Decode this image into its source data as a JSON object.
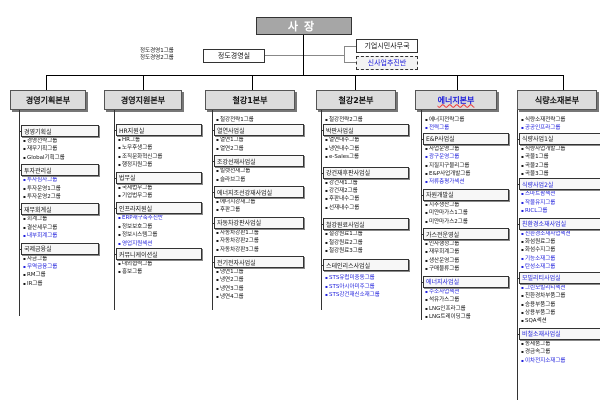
{
  "ceo": "사장",
  "staff_left": {
    "office": "정도경영실",
    "groups": [
      "정도경영1그룹",
      "정도경영2그룹"
    ]
  },
  "staff_right": [
    {
      "label": "기업시민사무국",
      "style": "solid"
    },
    {
      "label": "신사업추진반",
      "style": "dashed",
      "color": "#1a1adb"
    }
  ],
  "divisions": [
    {
      "name": "경영기획본부",
      "items": [
        {
          "type": "office",
          "label": "경영기획실"
        },
        {
          "type": "group",
          "label": "경영전략그룹"
        },
        {
          "type": "group",
          "label": "재무기획그룹"
        },
        {
          "type": "group",
          "label": "Global기획그룹"
        },
        {
          "type": "office",
          "label": "투자관리실"
        },
        {
          "type": "group",
          "label": "투자심사그룹",
          "highlight": true
        },
        {
          "type": "group",
          "label": "투자운영1그룹"
        },
        {
          "type": "group",
          "label": "투자운영2그룹"
        },
        {
          "type": "office",
          "label": "재무회계실"
        },
        {
          "type": "group",
          "label": "회계그룹"
        },
        {
          "type": "group",
          "label": "결산세무그룹"
        },
        {
          "type": "group",
          "label": "내부회계그룹",
          "highlight": true
        },
        {
          "type": "office",
          "label": "국제금융실"
        },
        {
          "type": "group",
          "label": "자금그룹"
        },
        {
          "type": "group",
          "label": "무역금융그룹",
          "highlight": true
        },
        {
          "type": "group",
          "label": "RM그룹"
        },
        {
          "type": "group",
          "label": "IR그룹"
        }
      ]
    },
    {
      "name": "경영지원본부",
      "items": [
        {
          "type": "office",
          "label": "HR지원실"
        },
        {
          "type": "group",
          "label": "HR그룹"
        },
        {
          "type": "group",
          "label": "노무후생그룹"
        },
        {
          "type": "group",
          "label": "조직문화혁신그룹"
        },
        {
          "type": "group",
          "label": "행정지원그룹"
        },
        {
          "type": "office",
          "label": "법무실"
        },
        {
          "type": "group",
          "label": "국제법무그룹"
        },
        {
          "type": "group",
          "label": "기업법무그룹"
        },
        {
          "type": "office",
          "label": "인프라지원실"
        },
        {
          "type": "group",
          "label": "ERP재구축추진반",
          "highlight": true
        },
        {
          "type": "group",
          "label": "정보보호그룹"
        },
        {
          "type": "group",
          "label": "정보시스템그룹"
        },
        {
          "type": "group",
          "label": "영업지원섹션",
          "highlight": true
        },
        {
          "type": "office",
          "label": "커뮤니케이션실"
        },
        {
          "type": "group",
          "label": "대외협력그룹"
        },
        {
          "type": "group",
          "label": "홍보그룹"
        }
      ]
    },
    {
      "name": "철강1본부",
      "items": [
        {
          "type": "group",
          "label": "철강전략1그룹"
        },
        {
          "type": "office",
          "label": "열연사업실"
        },
        {
          "type": "group",
          "label": "열연1그룹"
        },
        {
          "type": "group",
          "label": "열연2그룹"
        },
        {
          "type": "office",
          "label": "조강선재사업실"
        },
        {
          "type": "group",
          "label": "빌렛선재그룹"
        },
        {
          "type": "group",
          "label": "슬라브그룹"
        },
        {
          "type": "office",
          "label": "에너지조선강재사업실"
        },
        {
          "type": "group",
          "label": "에너지강재그룹"
        },
        {
          "type": "group",
          "label": "후판그룹"
        },
        {
          "type": "office",
          "label": "자동차강판사업실"
        },
        {
          "type": "group",
          "label": "자동차강판1그룹"
        },
        {
          "type": "group",
          "label": "자동차강판2그룹"
        },
        {
          "type": "group",
          "label": "자동차강판3그룹"
        },
        {
          "type": "office",
          "label": "전기전자사업실"
        },
        {
          "type": "group",
          "label": "냉연1그룹"
        },
        {
          "type": "group",
          "label": "냉연2그룹"
        },
        {
          "type": "group",
          "label": "냉연3그룹"
        },
        {
          "type": "group",
          "label": "냉연4그룹"
        }
      ]
    },
    {
      "name": "철강2본부",
      "items": [
        {
          "type": "group",
          "label": "철강전략2그룹"
        },
        {
          "type": "office",
          "label": "박판사업실"
        },
        {
          "type": "group",
          "label": "열연내수그룹"
        },
        {
          "type": "group",
          "label": "냉연내수그룹"
        },
        {
          "type": "group",
          "label": "e-Sales그룹"
        },
        {
          "type": "office",
          "label": "강건재후판사업실"
        },
        {
          "type": "group",
          "label": "강건재1그룹"
        },
        {
          "type": "group",
          "label": "강건재2그룹"
        },
        {
          "type": "group",
          "label": "후판내수그룹"
        },
        {
          "type": "group",
          "label": "선재내수그룹"
        },
        {
          "type": "office",
          "label": "철강원료사업실"
        },
        {
          "type": "group",
          "label": "철강원료1그룹"
        },
        {
          "type": "group",
          "label": "철강원료2그룹"
        },
        {
          "type": "group",
          "label": "철강원료3그룹"
        },
        {
          "type": "office",
          "label": "스테인리스사업실"
        },
        {
          "type": "group",
          "label": "STS유럽미중동그룹",
          "highlight": true
        },
        {
          "type": "group",
          "label": "STS아시아미주그룹",
          "highlight": true
        },
        {
          "type": "group",
          "label": "STS강건재신소재그룹",
          "highlight": true
        }
      ]
    },
    {
      "name": "에너지본부",
      "highlight": true,
      "items": [
        {
          "type": "group",
          "label": "에너지전략그룹"
        },
        {
          "type": "group",
          "label": "전력그룹",
          "highlight": true
        },
        {
          "type": "office",
          "label": "E&P사업실"
        },
        {
          "type": "group",
          "label": "사업운영그룹"
        },
        {
          "type": "group",
          "label": "광구운영그룹",
          "highlight": true
        },
        {
          "type": "group",
          "label": "지질지구물리그룹"
        },
        {
          "type": "group",
          "label": "E&P사업개발그룹"
        },
        {
          "type": "group",
          "label": "저류층평가섹션",
          "highlight": true
        },
        {
          "type": "office",
          "label": "자원개발실"
        },
        {
          "type": "group",
          "label": "시추생산그룹"
        },
        {
          "type": "group",
          "label": "미얀마가스1그룹"
        },
        {
          "type": "group",
          "label": "미얀마가스2그룹"
        },
        {
          "type": "office",
          "label": "가스전운영실"
        },
        {
          "type": "group",
          "label": "인사행정그룹"
        },
        {
          "type": "group",
          "label": "재무회계그룹"
        },
        {
          "type": "group",
          "label": "생산운영그룹"
        },
        {
          "type": "group",
          "label": "구매물류그룹"
        },
        {
          "type": "office",
          "label": "에너지사업실",
          "highlight": true
        },
        {
          "type": "group",
          "label": "수소사업섹션",
          "highlight": true
        },
        {
          "type": "group",
          "label": "석유가스그룹"
        },
        {
          "type": "group",
          "label": "LNG인프라그룹"
        },
        {
          "type": "group",
          "label": "LNG트레이딩그룹"
        }
      ]
    },
    {
      "name": "식량소재본부",
      "items": [
        {
          "type": "group",
          "label": "식량소재전략그룹"
        },
        {
          "type": "group",
          "label": "공공인프라그룹",
          "highlight": true
        },
        {
          "type": "office",
          "label": "식량사업1실"
        },
        {
          "type": "group",
          "label": "식량사업개발그룹"
        },
        {
          "type": "group",
          "label": "곡물1그룹"
        },
        {
          "type": "group",
          "label": "곡물2그룹"
        },
        {
          "type": "group",
          "label": "곡물3그룹"
        },
        {
          "type": "office",
          "label": "식량사업2실",
          "highlight": true
        },
        {
          "type": "group",
          "label": "스마트팜섹션",
          "highlight": true
        },
        {
          "type": "group",
          "label": "작물유지그룹",
          "highlight": true
        },
        {
          "type": "group",
          "label": "RICL그룹",
          "highlight": true
        },
        {
          "type": "office",
          "label": "친환경소재사업실",
          "highlight": true
        },
        {
          "type": "group",
          "label": "친환경소재사업섹션",
          "highlight": true
        },
        {
          "type": "group",
          "label": "화섬원료그룹"
        },
        {
          "type": "group",
          "label": "화섬수지그룹"
        },
        {
          "type": "group",
          "label": "기능소재그룹",
          "highlight": true
        },
        {
          "type": "group",
          "label": "탄성소재그룹",
          "highlight": true
        },
        {
          "type": "office",
          "label": "모빌리티사업실",
          "highlight": true
        },
        {
          "type": "group",
          "label": "그린모빌리티섹션",
          "highlight": true
        },
        {
          "type": "group",
          "label": "친환경차부품그룹"
        },
        {
          "type": "group",
          "label": "승용부품그룹"
        },
        {
          "type": "group",
          "label": "상용부품그룹"
        },
        {
          "type": "group",
          "label": "SQA섹션"
        },
        {
          "type": "office",
          "label": "비철소재사업실",
          "highlight": true
        },
        {
          "type": "group",
          "label": "동제품그룹"
        },
        {
          "type": "group",
          "label": "경금속그룹"
        },
        {
          "type": "group",
          "label": "이차전지소재그룹",
          "highlight": true
        }
      ]
    }
  ],
  "colors": {
    "highlight": "#1a1adb",
    "ceo_fill": "#a6a6a6",
    "head_fill": "#dcdcdc"
  }
}
